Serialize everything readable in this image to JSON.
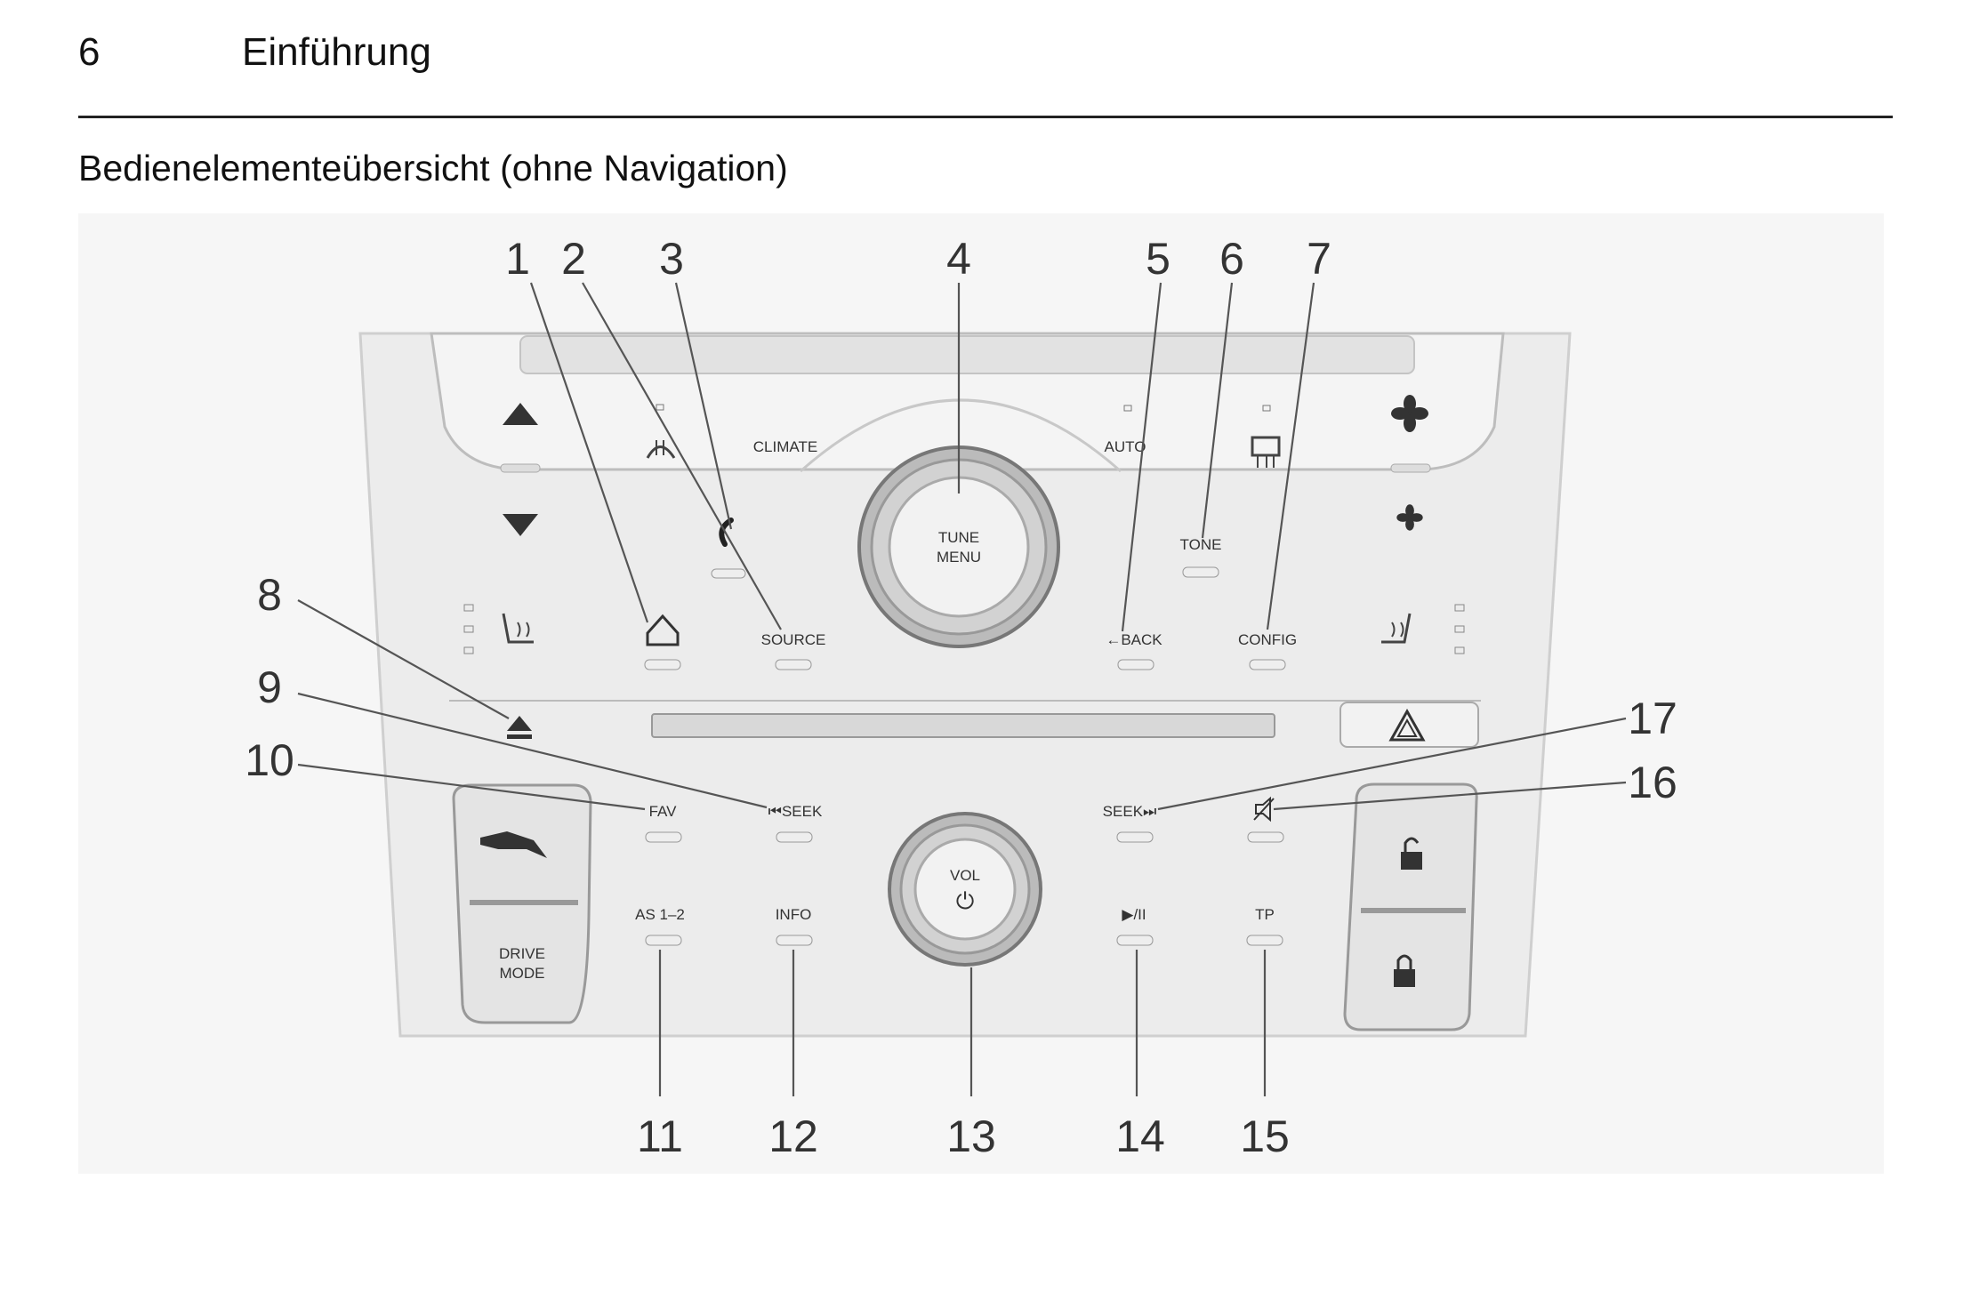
{
  "header": {
    "page_number": "6",
    "chapter_title": "Einführung"
  },
  "section": {
    "title": "Bedienelementeübersicht (ohne Navigation)"
  },
  "panel": {
    "labels": {
      "climate": "CLIMATE",
      "auto": "AUTO",
      "tune": "TUNE",
      "menu": "MENU",
      "tone": "TONE",
      "source": "SOURCE",
      "back": "←BACK",
      "config": "CONFIG",
      "fav": "FAV",
      "seek_back": "⏮SEEK",
      "seek_fwd": "SEEK⏭",
      "as": "AS 1–2",
      "info": "INFO",
      "vol": "VOL",
      "power": "⏻",
      "play_pause": "▶/II",
      "tp": "TP",
      "drive": "DRIVE",
      "mode": "MODE"
    },
    "icons": {
      "arrow_up": "up-triangle-icon",
      "arrow_down": "down-triangle-icon",
      "eject": "eject-icon",
      "hazard": "hazard-warning-icon",
      "home": "home-icon",
      "phone": "phone-icon",
      "fan_high": "fan-icon",
      "fan_low": "fan-icon",
      "seat_heat_left": "heated-seat-icon",
      "seat_heat_right": "heated-seat-icon",
      "defrost_rear": "rear-defrost-icon",
      "defrost_front": "front-defrost-icon",
      "mute": "mute-icon",
      "lock": "lock-icon",
      "unlock": "unlock-icon",
      "drive_mode_logo": "drive-mode-logo-icon"
    },
    "callouts": [
      "1",
      "2",
      "3",
      "4",
      "5",
      "6",
      "7",
      "8",
      "9",
      "10",
      "11",
      "12",
      "13",
      "14",
      "15",
      "16",
      "17"
    ]
  }
}
